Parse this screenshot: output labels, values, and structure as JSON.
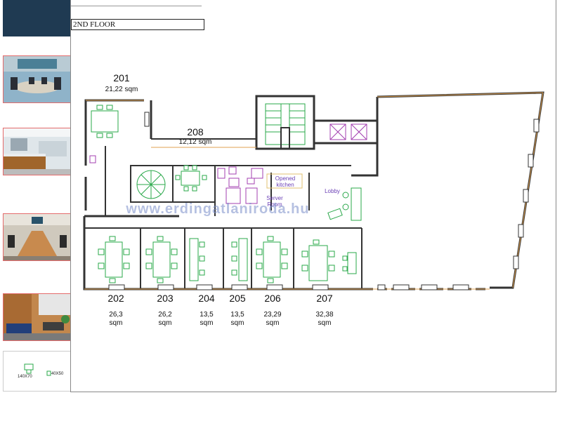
{
  "plan": {
    "floor_title": "2ND FLOOR",
    "watermark": "www.erdingatlaniroda.hu"
  },
  "rooms": [
    {
      "id": "201",
      "number": "201",
      "area": "21,22 sqm"
    },
    {
      "id": "208",
      "number": "208",
      "area": "12,12 sqm"
    },
    {
      "id": "202",
      "number": "202",
      "area": "26,3\nsqm"
    },
    {
      "id": "203",
      "number": "203",
      "area": "26,2\nsqm"
    },
    {
      "id": "204",
      "number": "204",
      "area": "13,5\nsqm"
    },
    {
      "id": "205",
      "number": "205",
      "area": "13,5\nsqm"
    },
    {
      "id": "206",
      "number": "206",
      "area": "23,29\nsqm"
    },
    {
      "id": "207",
      "number": "207",
      "area": "32,38\nsqm"
    }
  ],
  "labels": {
    "opened_kitchen": "Opened kitchen",
    "server_room": "Server Room",
    "lobby": "Lobby"
  },
  "legend": {
    "desk_label": "140X70",
    "chair_label": "40X50"
  },
  "sidebar": {
    "thumbnails": [
      "meeting-room-photo",
      "reception-photo",
      "conference-room-photo",
      "lounge-photo"
    ]
  },
  "colors": {
    "sidebar_logo": "#1f3a52",
    "furniture": "#2aa84a",
    "fixtures": "#a33fb0",
    "walls": "#333333"
  }
}
